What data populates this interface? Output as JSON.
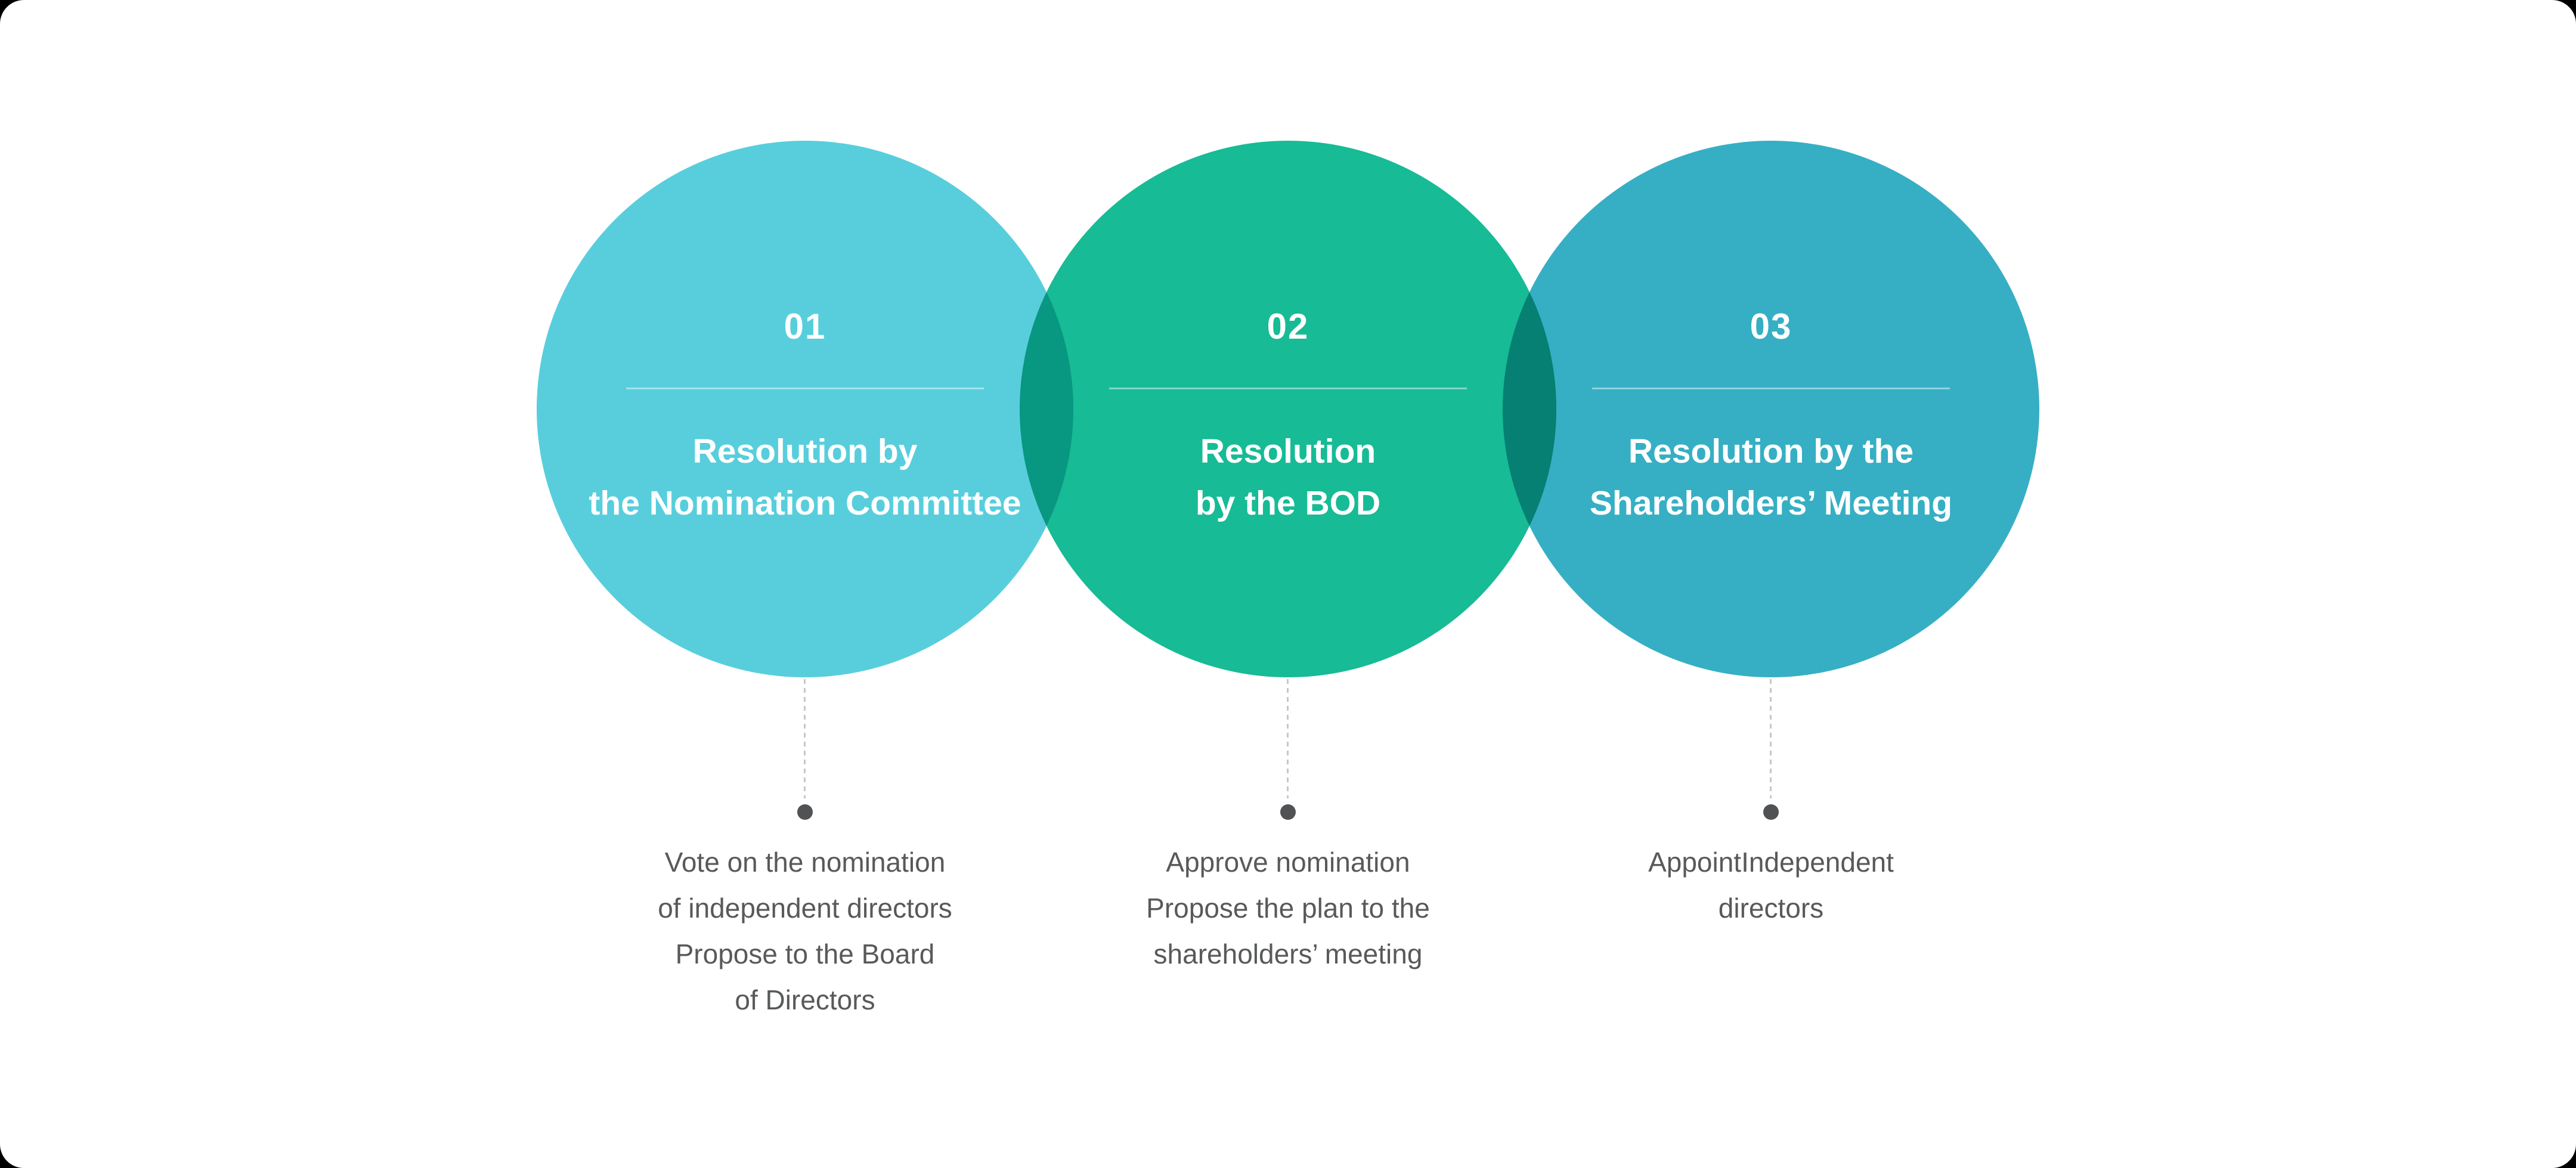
{
  "palette": {
    "page_background": "#000000",
    "card_background": "#ffffff",
    "circle_text": "#ffffff",
    "divider_line": "rgba(255,255,255,0.45)",
    "description_text": "#58595B",
    "connector_dash": "#C6C7C8",
    "connector_dot": "#515254"
  },
  "steps": [
    {
      "number": "01",
      "circle_color": "#58CEDD",
      "title_lines": [
        "Resolution by",
        "the Nomination Committee"
      ],
      "description_lines": [
        "Vote on the nomination",
        "of independent directors",
        "Propose to the Board",
        "of Directors"
      ]
    },
    {
      "number": "02",
      "circle_color": "#17BB95",
      "title_lines": [
        "Resolution",
        "by the BOD"
      ],
      "description_lines": [
        "Approve nomination",
        "Propose the plan to the",
        "shareholders’ meeting"
      ]
    },
    {
      "number": "03",
      "circle_color": "#36AFC4",
      "title_lines": [
        "Resolution by the",
        "Shareholders’ Meeting"
      ],
      "description_lines": [
        "AppointIndependent",
        "directors"
      ]
    }
  ]
}
